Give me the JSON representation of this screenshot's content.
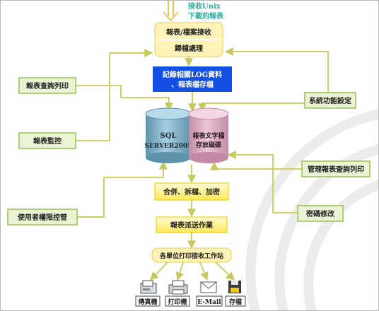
{
  "header": {
    "incoming_line1": "接收Unix",
    "incoming_line2": "下載的報表"
  },
  "nodes": {
    "receive": "報表/檔案接收",
    "archive": "歸檔處理",
    "log_line1": "記錄相關LOG資料",
    "log_line2": "、報表檔存檔",
    "sql_line1": "SQL",
    "sql_line2": "SERVER2005",
    "storage_line1": "報表文字檔",
    "storage_line2": "存放磁碟",
    "merge": "合併、拆檔、加密",
    "dispatch": "報表派送作業",
    "stations": "各單位打印接收工作站",
    "query_print": "報表查詢列印",
    "monitor": "報表監控",
    "user_perm": "使用者權限控管",
    "sys_settings": "系統功能設定",
    "mgmt_query": "管理報表查詢列印",
    "password": "密碼修改"
  },
  "outputs": [
    {
      "label": "傳真機",
      "icon": "fax-icon"
    },
    {
      "label": "打印機",
      "icon": "printer-icon"
    },
    {
      "label": "E-Mail",
      "icon": "email-icon"
    },
    {
      "label": "存檔",
      "icon": "floppy-disk-icon"
    }
  ],
  "colors": {
    "yellow_box": "#fff3a0",
    "yellow_box_border": "#e8c900",
    "green_box": "#eaf3d4",
    "green_box_border": "#9bc153",
    "blue_box": "#1550e6",
    "arrow": "#cfd06c",
    "header_text": "#2fae9b",
    "sql_cylinder": "#7eaec6",
    "storage_cylinder": "#d9a8c0"
  }
}
